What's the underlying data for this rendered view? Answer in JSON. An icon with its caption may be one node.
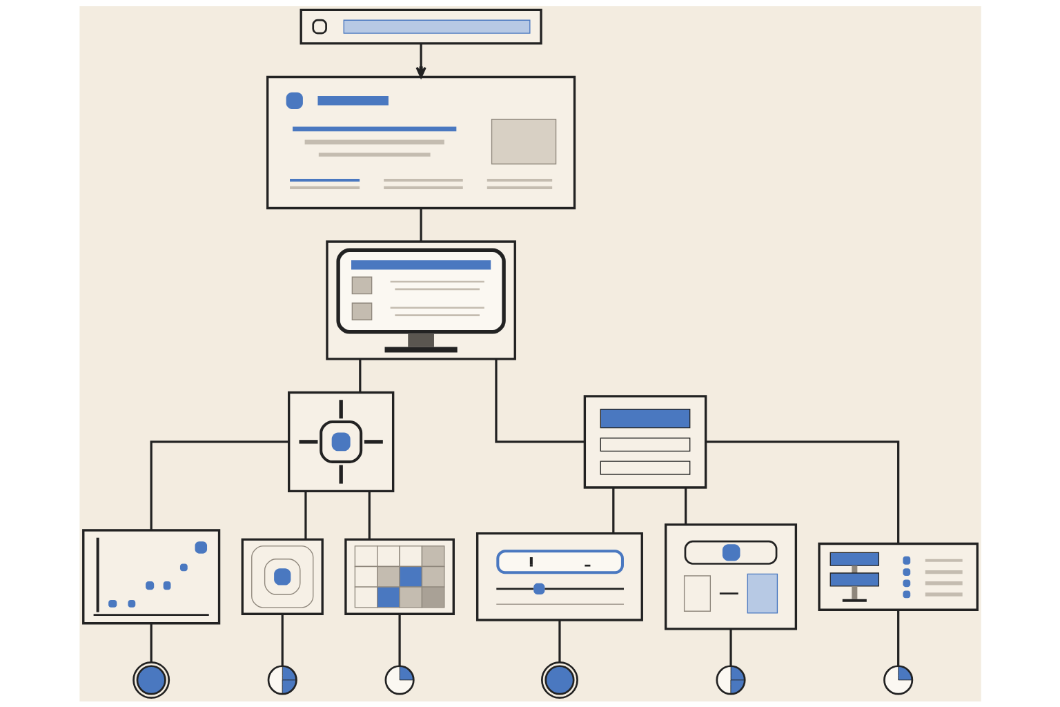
{
  "diagram": {
    "nodes": [
      {
        "text": [],
        "shape": "picture"
      },
      {
        "text": [],
        "shape": "picture"
      },
      {
        "text": [],
        "shape": "picture"
      },
      {
        "text": [],
        "shape": "picture"
      },
      {
        "text": [],
        "shape": "picture"
      },
      {
        "text": [],
        "shape": "picture"
      },
      {
        "text": [],
        "shape": "picture"
      },
      {
        "text": [],
        "shape": "picture"
      },
      {
        "text": [],
        "shape": "picture"
      },
      {
        "text": [],
        "shape": "picture"
      },
      {
        "text": [],
        "shape": "picture"
      },
      {
        "text": [],
        "shape": "circle"
      },
      {
        "text": [],
        "shape": "circle"
      },
      {
        "text": [],
        "shape": "circle"
      },
      {
        "text": [],
        "shape": "circle"
      },
      {
        "text": [],
        "shape": "circle"
      },
      {
        "text": [],
        "shape": "circle"
      }
    ],
    "edges": [
      {
        "from": 0,
        "to": 1,
        "arrow": "to"
      },
      {
        "from": 1,
        "to": 2,
        "arrow": "none"
      },
      {
        "from": 2,
        "to": 3,
        "arrow": "none"
      },
      {
        "from": 2,
        "to": 4,
        "arrow": "none"
      },
      {
        "from": 3,
        "to": 5,
        "arrow": "none"
      },
      {
        "from": 3,
        "to": 6,
        "arrow": "none"
      },
      {
        "from": 3,
        "to": 7,
        "arrow": "none"
      },
      {
        "from": 4,
        "to": 8,
        "arrow": "none"
      },
      {
        "from": 4,
        "to": 9,
        "arrow": "none"
      },
      {
        "from": 4,
        "to": 10,
        "arrow": "none"
      },
      {
        "from": 5,
        "to": 11,
        "arrow": "none"
      },
      {
        "from": 6,
        "to": 12,
        "arrow": "none"
      },
      {
        "from": 7,
        "to": 13,
        "arrow": "none"
      },
      {
        "from": 8,
        "to": 14,
        "arrow": "none"
      },
      {
        "from": 9,
        "to": 15,
        "arrow": "none"
      },
      {
        "from": 10,
        "to": 16,
        "arrow": "none"
      }
    ]
  }
}
